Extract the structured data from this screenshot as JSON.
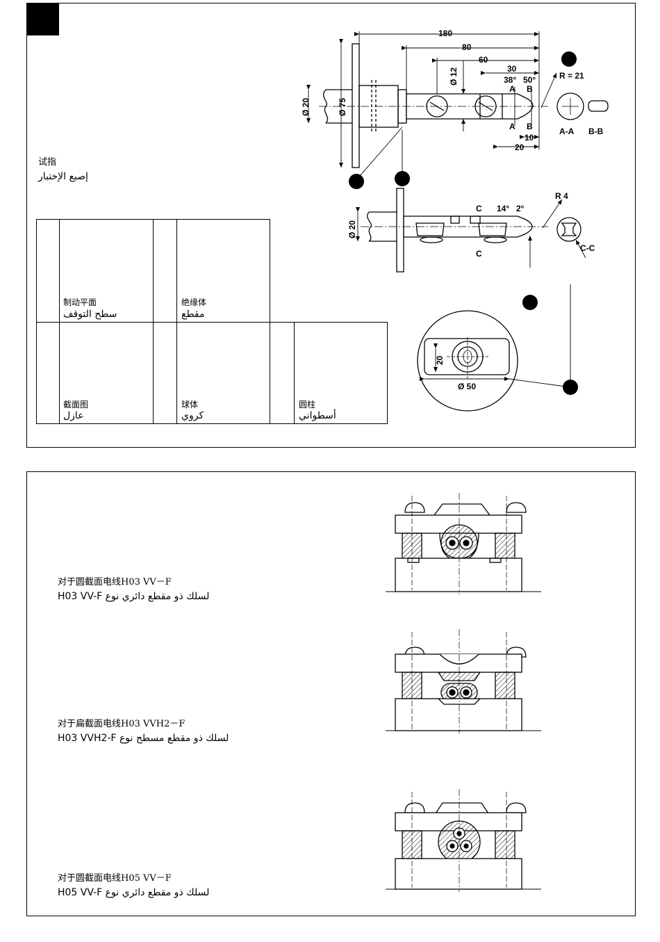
{
  "top_panel": {
    "test_finger_zh": "试指",
    "test_finger_ar": "إصبع الإختبار",
    "table": {
      "stop_face_zh": "制动平面",
      "stop_face_ar": "سطح التوقف",
      "insulation_zh": "绝缘体",
      "insulation_ar": "مقطع",
      "section_zh": "截面图",
      "section_ar": "عازل",
      "sphere_zh": "球体",
      "sphere_ar": "كروي",
      "cylinder_zh": "圆柱",
      "cylinder_ar": "أسطواني"
    },
    "dims": {
      "d180": "180",
      "d80": "80",
      "d60": "60",
      "d30": "30",
      "a38": "38°",
      "a50": "50°",
      "r21": "R = 21",
      "d12": "Ø 12",
      "d20": "Ø 20",
      "d75": "Ø 75",
      "d10": "10",
      "d20b": "20",
      "A": "A",
      "B": "B",
      "AA": "A-A",
      "BB": "B-B",
      "d20c": "Ø 20",
      "C": "C",
      "a14": "14°",
      "a2": "2°",
      "r4": "R 4",
      "CC": "C-C",
      "twenty": "20",
      "d50": "Ø 50"
    }
  },
  "bottom_panel": {
    "items": [
      {
        "zh": "对于圆截面电线H03 VV－F",
        "ar": "لسلك ذو مقطع دائري نوع H03 VV-F"
      },
      {
        "zh": "对于扁截面电线H03 VVH2－F",
        "ar": "لسلك ذو مقطع مسطح نوع H03 VVH2-F"
      },
      {
        "zh": "对于圆截面电线H05 VV－F",
        "ar": "لسلك ذو مقطع دائري نوع H05 VV-F"
      }
    ]
  }
}
